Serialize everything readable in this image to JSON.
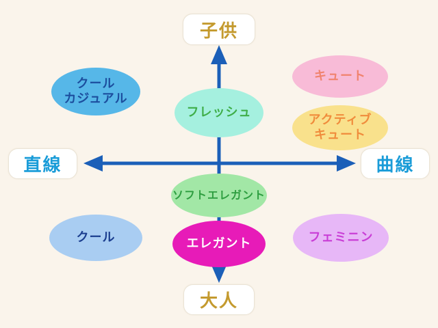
{
  "canvas": {
    "background": "#FAF4EB",
    "axis_color": "#1B5FB8"
  },
  "axis_labels": {
    "top": "子供",
    "bottom": "大人",
    "left": "直線",
    "right": "曲線",
    "vertical_label_color": "#C49A2E",
    "horizontal_label_color": "#1A9CD8"
  },
  "bubbles": [
    {
      "id": "cool-casual",
      "label": "クール\nカジュアル",
      "fill": "#56B7E8",
      "text_color": "#1C4E9E"
    },
    {
      "id": "fresh",
      "label": "フレッシュ",
      "fill": "#A5F0DF",
      "text_color": "#3FAE49"
    },
    {
      "id": "cute",
      "label": "キュート",
      "fill": "#F8BBD7",
      "text_color": "#F0836E"
    },
    {
      "id": "active-cute",
      "label": "アクティブ\nキュート",
      "fill": "#F9E18C",
      "text_color": "#F08C3C"
    },
    {
      "id": "soft-elegant",
      "label": "ソフトエレガント",
      "fill": "#A2E7A6",
      "text_color": "#2E9E40"
    },
    {
      "id": "elegant",
      "label": "エレガント",
      "fill": "#E71BB8",
      "text_color": "#FFFFFF"
    },
    {
      "id": "cool",
      "label": "クール",
      "fill": "#A9CDF2",
      "text_color": "#1B3E8F"
    },
    {
      "id": "feminine",
      "label": "フェミニン",
      "fill": "#E7B7F7",
      "text_color": "#C93ED6"
    }
  ]
}
